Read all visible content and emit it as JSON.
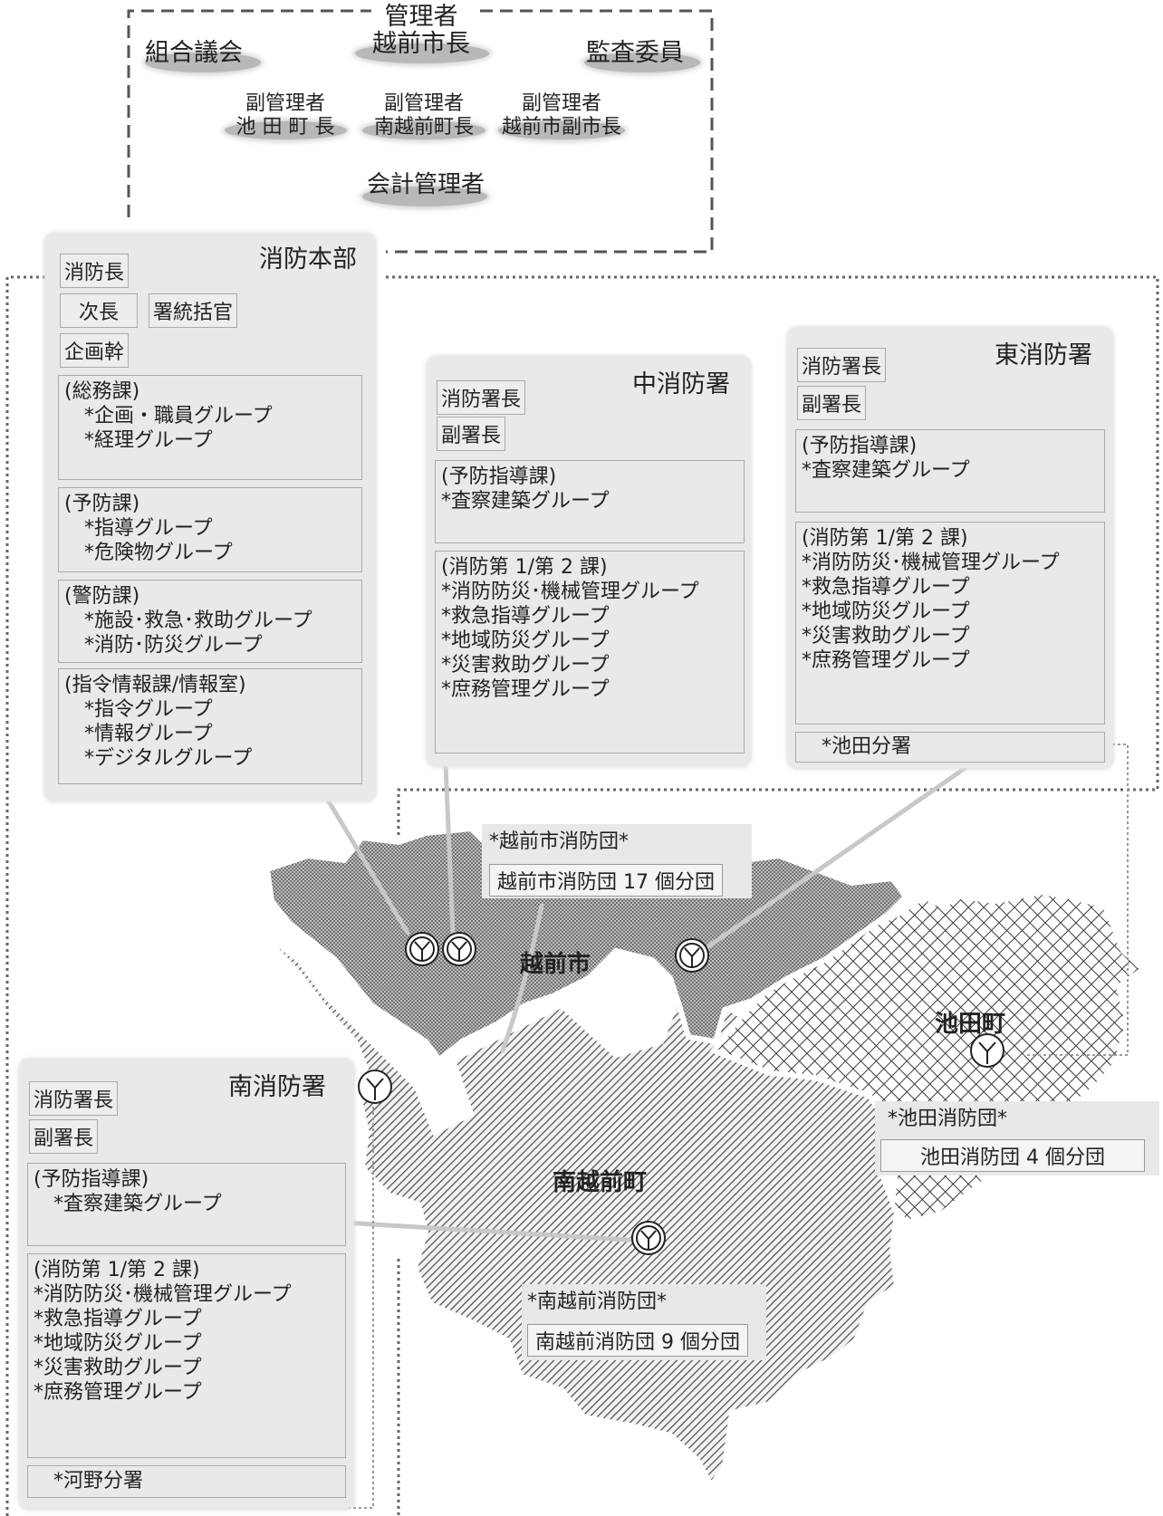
{
  "management": {
    "assembly": "組合議会",
    "manager_title": "管理者",
    "manager_name": "越前市長",
    "auditor": "監査委員",
    "deputy1_title": "副管理者",
    "deputy1_name": "池 田 町 長",
    "deputy2_title": "副管理者",
    "deputy2_name": "南越前町長",
    "deputy3_title": "副管理者",
    "deputy3_name": "越前市副市長",
    "accountant": "会計管理者"
  },
  "hq": {
    "title": "消防本部",
    "chief": "消防長",
    "deputy": "次長",
    "commander": "署統括官",
    "planner": "企画幹",
    "sections": [
      {
        "name": "(総務課)",
        "groups": [
          "*企画・職員グループ",
          "*経理グループ"
        ]
      },
      {
        "name": "(予防課)",
        "groups": [
          "*指導グループ",
          "*危険物グループ"
        ]
      },
      {
        "name": "(警防課)",
        "groups": [
          "*施設･救急･救助グループ",
          "*消防･防災グループ"
        ]
      },
      {
        "name": "(指令情報課/情報室)",
        "groups": [
          "*指令グループ",
          "*情報グループ",
          "*デジタルグループ"
        ]
      }
    ]
  },
  "naka": {
    "title": "中消防署",
    "chief": "消防署長",
    "deputy": "副署長",
    "prevention": {
      "name": "(予防指導課)",
      "groups": [
        "*査察建築グループ"
      ]
    },
    "fire": {
      "name": "(消防第 1/第 2 課)",
      "groups": [
        "*消防防災･機械管理グループ",
        "*救急指導グループ",
        "*地域防災グループ",
        "*災害救助グループ",
        "*庶務管理グループ"
      ]
    }
  },
  "higashi": {
    "title": "東消防署",
    "chief": "消防署長",
    "deputy": "副署長",
    "prevention": {
      "name": "(予防指導課)",
      "groups": [
        "*査察建築グループ"
      ]
    },
    "fire": {
      "name": "(消防第 1/第 2 課)",
      "groups": [
        "*消防防災･機械管理グループ",
        "*救急指導グループ",
        "*地域防災グループ",
        "*災害救助グループ",
        "*庶務管理グループ"
      ]
    },
    "branch": "*池田分署"
  },
  "minami": {
    "title": "南消防署",
    "chief": "消防署長",
    "deputy": "副署長",
    "prevention": {
      "name": "(予防指導課)",
      "groups": [
        "*査察建築グループ"
      ]
    },
    "fire": {
      "name": "(消防第 1/第 2 課)",
      "groups": [
        "*消防防災･機械管理グループ",
        "*救急指導グループ",
        "*地域防災グループ",
        "*災害救助グループ",
        "*庶務管理グループ"
      ]
    },
    "branch": "*河野分署"
  },
  "corps": {
    "echizen_title": "*越前市消防団*",
    "echizen_units": "越前市消防団 17 個分団",
    "ikeda_title": "*池田消防団*",
    "ikeda_units": "池田消防団 4 個分団",
    "minami_title": "*南越前消防団*",
    "minami_units": "南越前消防団 9 個分団"
  },
  "map": {
    "echizen_city": "越前市",
    "ikeda_town": "池田町",
    "minamiechizen_town": "南越前町"
  },
  "colors": {
    "panel": "#e9e9e9",
    "pill": "#b8b8b8",
    "echizen_fill": "#8a8a8a",
    "ikeda_hatch": "#444444",
    "minami_hatch": "#555555"
  }
}
